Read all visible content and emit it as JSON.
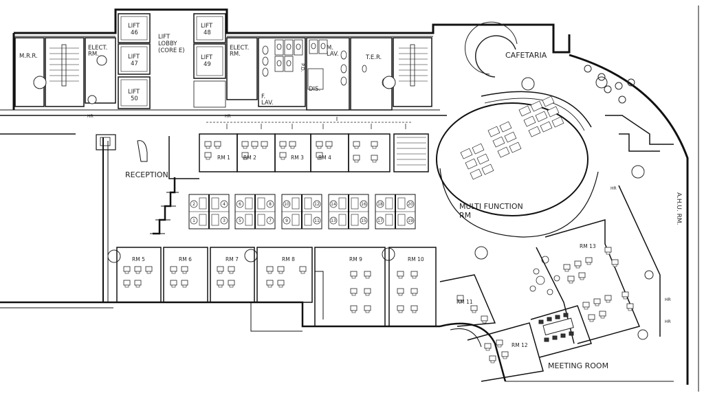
{
  "labels": {
    "mrr": "M.R.R.",
    "elect_left_1": "ELECT.",
    "elect_left_2": "RM.",
    "lift46_1": "LIFT",
    "lift46_2": "46",
    "lift47_1": "LIFT",
    "lift47_2": "47",
    "lift50_1": "LIFT",
    "lift50_2": "50",
    "lift48_1": "LIFT",
    "lift48_2": "48",
    "lift49_1": "LIFT",
    "lift49_2": "49",
    "lobby_1": "LIFT",
    "lobby_2": "LOBBY",
    "lobby_3": "(CORE E)",
    "elect_right_1": "ELECT.",
    "elect_right_2": "RM.",
    "f_lav_1": "F.",
    "f_lav_2": "LAV.",
    "m_lav_1": "M.",
    "m_lav_2": "LAV.",
    "pd": "P.D.",
    "dis": "DIS.",
    "ter": "T.E.R.",
    "cafetaria": "CAFETARIA",
    "reception": "RECEPTION",
    "multi_1": "MULTI FUNCTION",
    "multi_2": "RM",
    "ahu": "A.H.U. RM.",
    "meeting": "MEETING  ROOM",
    "hr1": "HR",
    "hr2": "HR",
    "hr3": "HR",
    "hr4": "HR",
    "hr5": "HR"
  },
  "rooms_top": [
    "RM 1",
    "RM 2",
    "RM 3",
    "RM 4"
  ],
  "rooms_bottom": [
    "RM 5",
    "RM 6",
    "RM 7",
    "RM 8",
    "RM 9",
    "RM 10"
  ],
  "rooms_right": {
    "rm11": "RM 11",
    "rm12": "RM 12",
    "rm13": "RM 13"
  },
  "cluster_numbers": {
    "top": [
      "2",
      "4",
      "6",
      "8",
      "10",
      "12",
      "14",
      "16",
      "18",
      "20"
    ],
    "bottom": [
      "1",
      "3",
      "5",
      "7",
      "9",
      "11",
      "13",
      "15",
      "17",
      "19"
    ]
  }
}
